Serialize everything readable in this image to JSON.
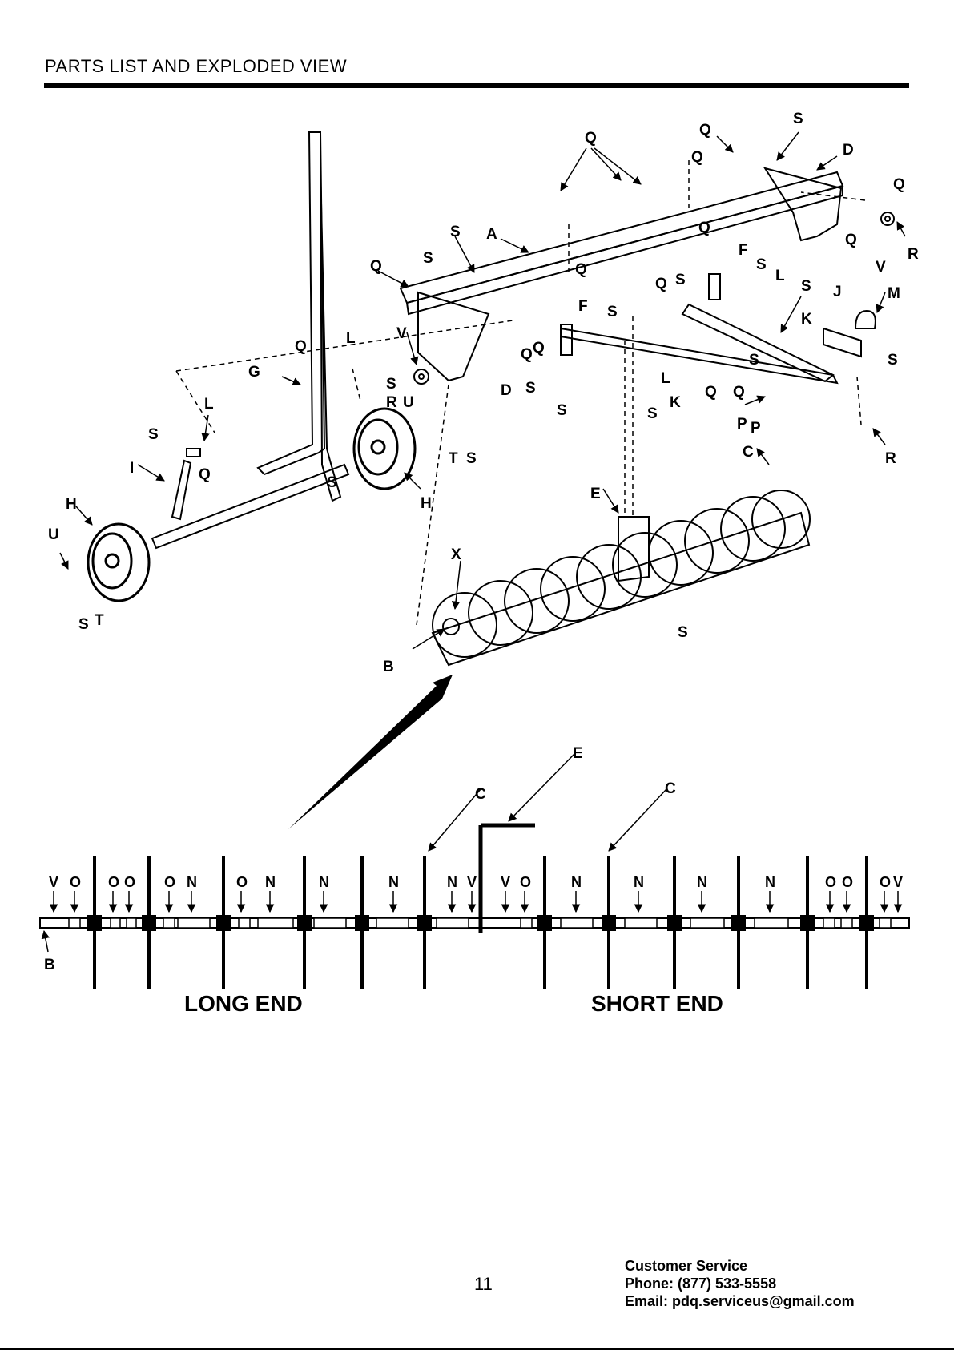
{
  "header": {
    "title": "PARTS LIST AND EXPLODED VIEW"
  },
  "exploded_view": {
    "labels": {
      "A": "A",
      "B": "B",
      "C": "C",
      "D": "D",
      "E": "E",
      "F": "F",
      "G": "G",
      "H": "H",
      "I": "I",
      "J": "J",
      "K": "K",
      "L": "L",
      "M": "M",
      "P": "P",
      "Q": "Q",
      "R": "R",
      "S": "S",
      "T": "T",
      "U": "U",
      "V": "V",
      "X": "X"
    }
  },
  "shaft_view": {
    "long_end": "LONG END",
    "short_end": "SHORT END",
    "labels": {
      "B": "B",
      "C": "C",
      "E": "E",
      "N": "N",
      "O": "O",
      "V": "V"
    }
  },
  "footer": {
    "page_number": "11",
    "customer_service": "Customer Service",
    "phone": "Phone: (877) 533-5558",
    "email": "Email: pdq.serviceus@gmail.com"
  }
}
